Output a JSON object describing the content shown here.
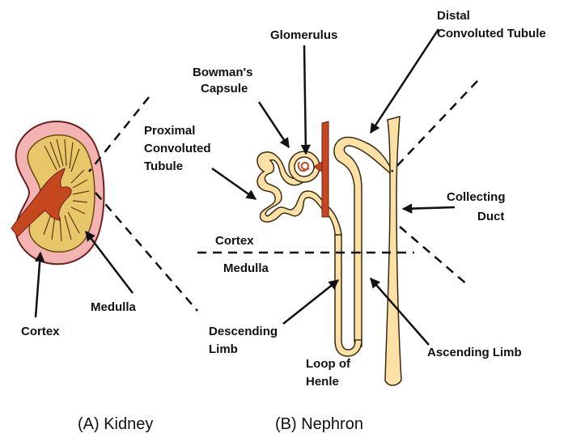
{
  "colors": {
    "tubule_fill": "#fce1a6",
    "tubule_stroke": "#3a2a10",
    "blood_vessel": "#c4471e",
    "kidney_cortex": "#f3b3b3",
    "kidney_medulla": "#e8c66a",
    "line": "#111111"
  },
  "kidney": {
    "labels": {
      "cortex": "Cortex",
      "medulla": "Medulla"
    },
    "caption": "(A) Kidney"
  },
  "nephron": {
    "labels": {
      "glomerulus": "Glomerulus",
      "bowman_line1": "Bowman's",
      "bowman_line2": "Capsule",
      "distal_line1": "Distal",
      "distal_line2": "Convoluted Tubule",
      "proximal_line1": "Proximal",
      "proximal_line2": "Convoluted",
      "proximal_line3": "Tubule",
      "collecting_line1": "Collecting",
      "collecting_line2": "Duct",
      "cortex": "Cortex",
      "medulla": "Medulla",
      "descending_line1": "Descending",
      "descending_line2": "Limb",
      "ascending": "Ascending Limb",
      "loop_line1": "Loop of",
      "loop_line2": "Henle"
    },
    "caption": "(B) Nephron"
  }
}
